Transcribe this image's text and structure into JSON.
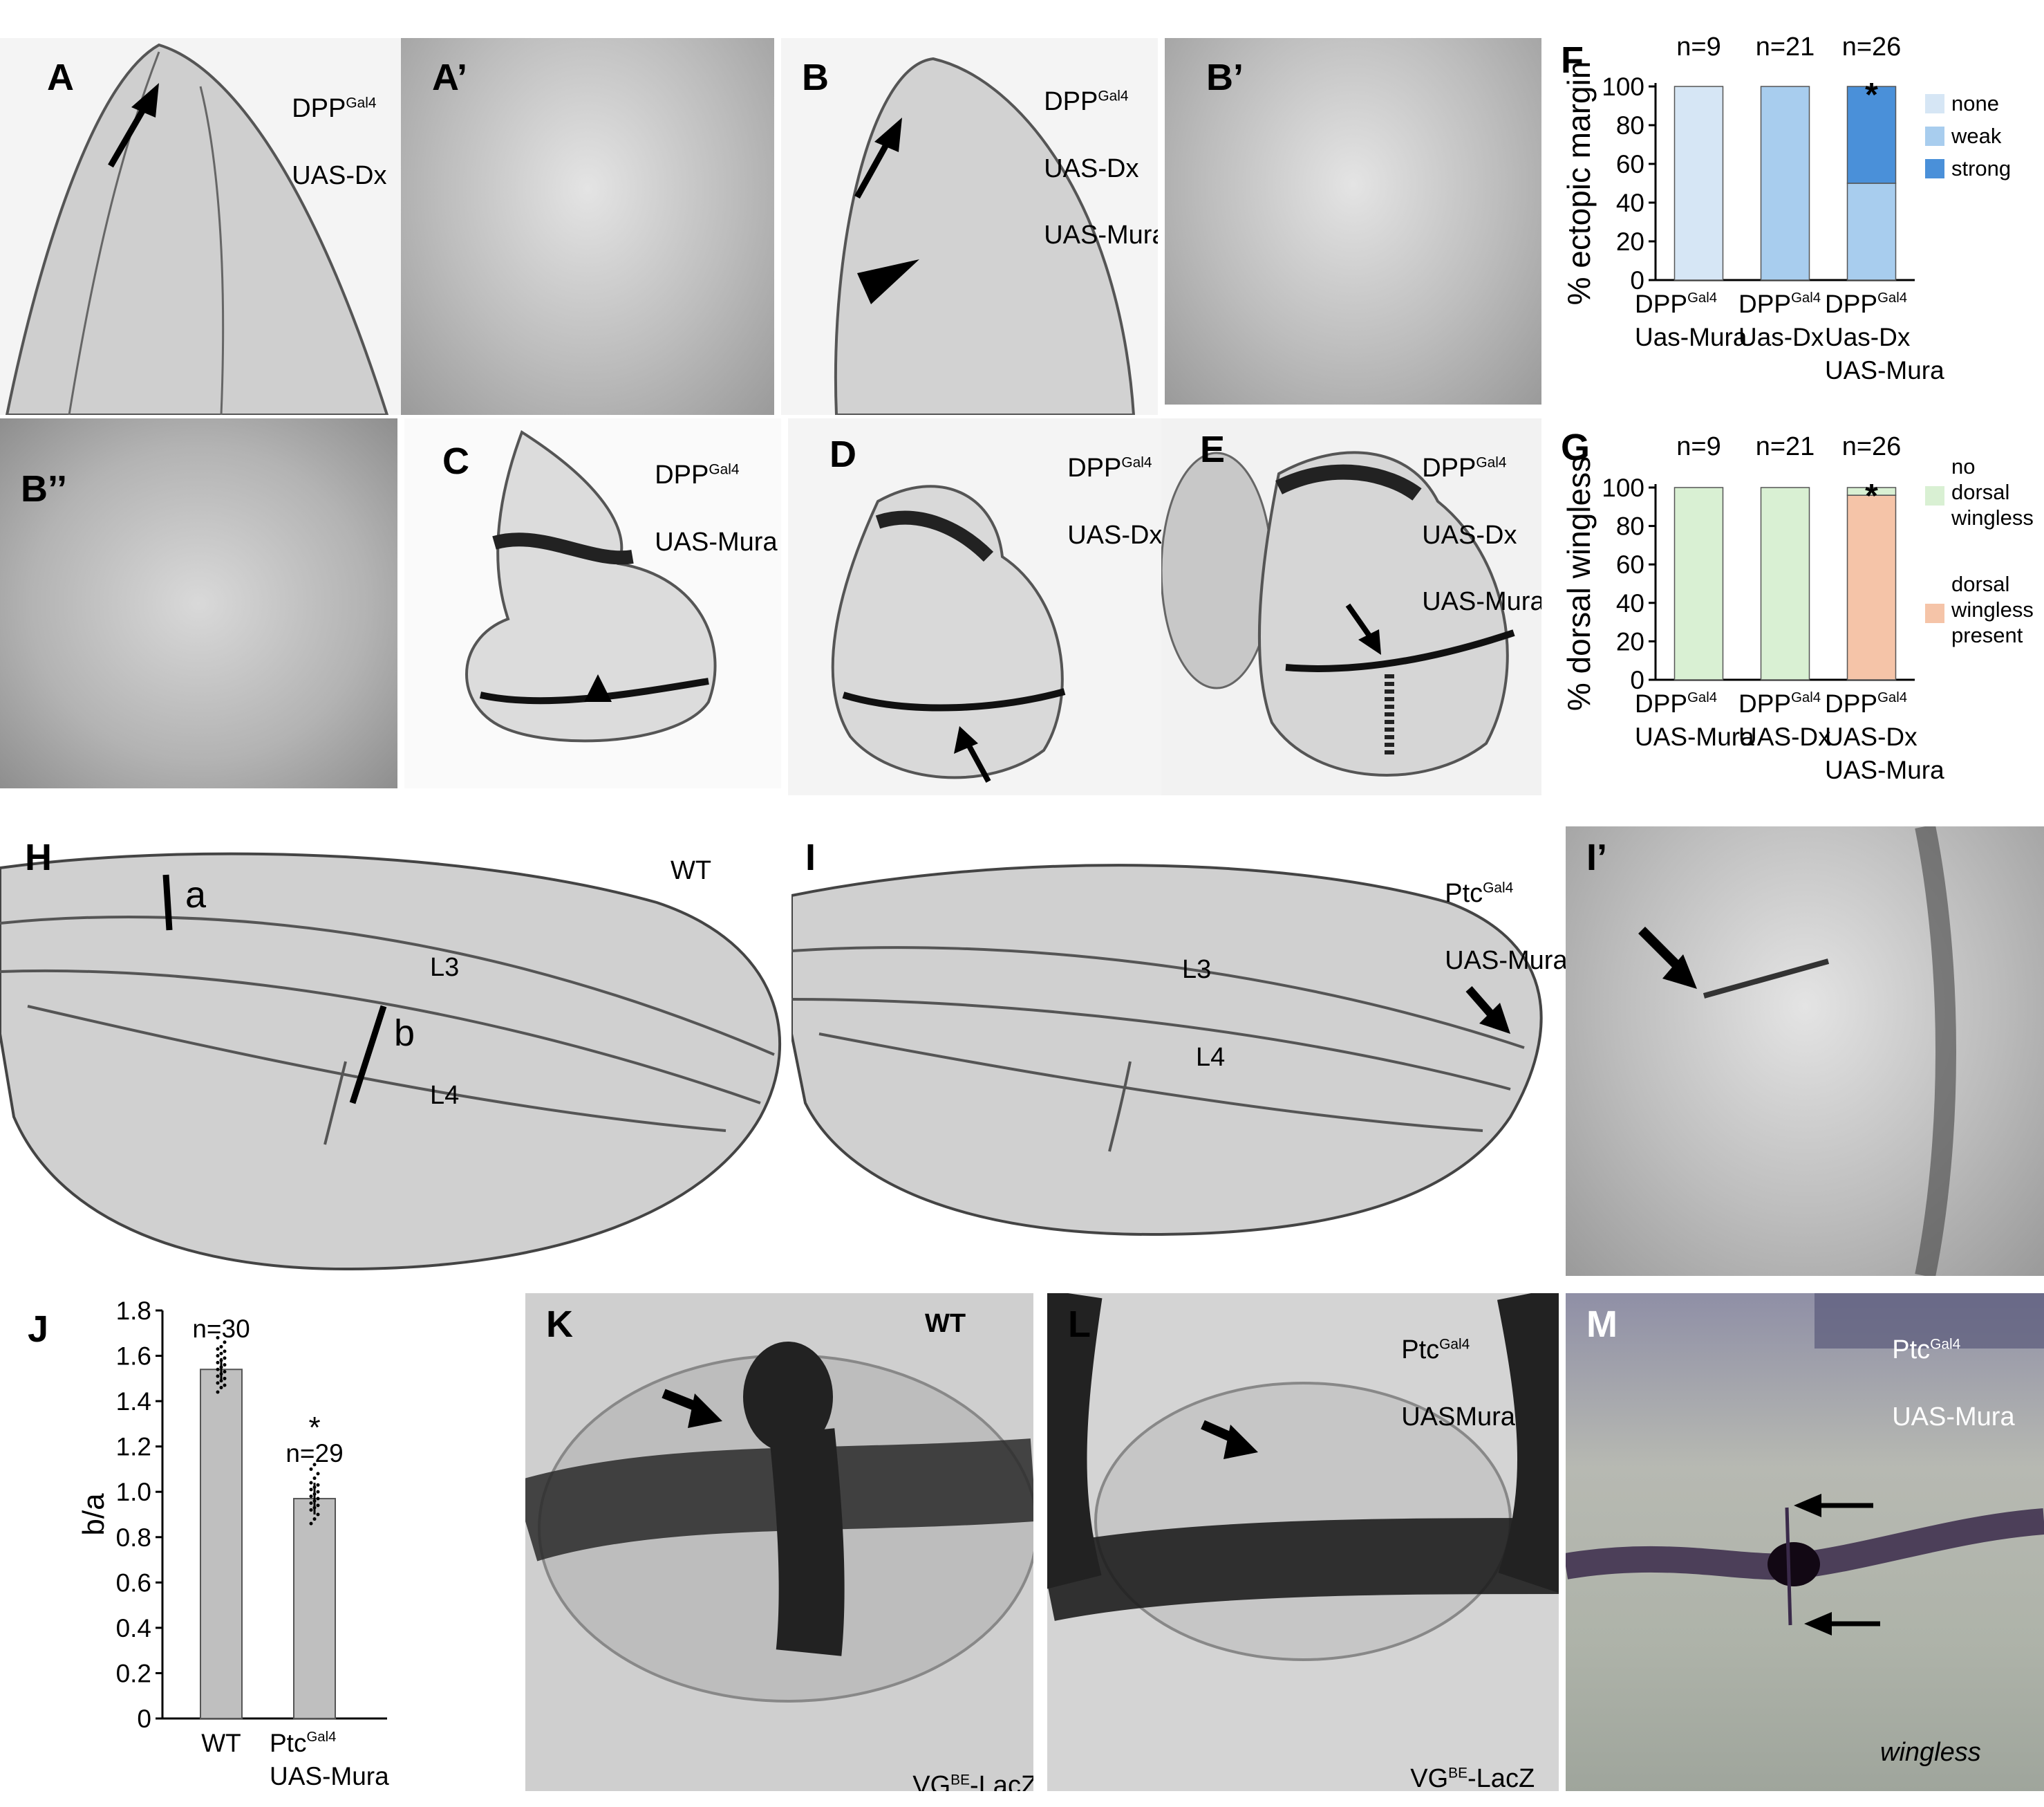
{
  "panels": {
    "A": {
      "letter": "A",
      "geno1": "DPP",
      "geno1_sup": "Gal4",
      "geno2": "UAS-Dx"
    },
    "A_prime": {
      "letter": "A’"
    },
    "B": {
      "letter": "B",
      "geno1": "DPP",
      "geno1_sup": "Gal4",
      "geno2": "UAS-Dx",
      "geno3": "UAS-Mura"
    },
    "B_prime": {
      "letter": "B’"
    },
    "B_dprime": {
      "letter": "B’’"
    },
    "C": {
      "letter": "C",
      "geno1": "DPP",
      "geno1_sup": "Gal4",
      "geno2": "UAS-Mura"
    },
    "D": {
      "letter": "D",
      "geno1": "DPP",
      "geno1_sup": "Gal4",
      "geno2": "UAS-Dx"
    },
    "E": {
      "letter": "E",
      "geno1": "DPP",
      "geno1_sup": "Gal4",
      "geno2": "UAS-Dx",
      "geno3": "UAS-Mura"
    },
    "F": {
      "letter": "F"
    },
    "G": {
      "letter": "G"
    },
    "H": {
      "letter": "H",
      "label": "WT",
      "a": "a",
      "b": "b",
      "L3": "L3",
      "L4": "L4"
    },
    "I": {
      "letter": "I",
      "geno1": "Ptc",
      "geno1_sup": "Gal4",
      "geno2": "UAS-Mura",
      "L3": "L3",
      "L4": "L4"
    },
    "I_prime": {
      "letter": "I’"
    },
    "J": {
      "letter": "J"
    },
    "K": {
      "letter": "K",
      "label": "WT",
      "reporter": "VG",
      "reporter_sup": "BE",
      "reporter_suffix": "-LacZ"
    },
    "L": {
      "letter": "L",
      "geno1": "Ptc",
      "geno1_sup": "Gal4",
      "geno2": "UASMura",
      "reporter": "VG",
      "reporter_sup": "BE",
      "reporter_suffix": "-LacZ"
    },
    "M": {
      "letter": "M",
      "geno1": "Ptc",
      "geno1_sup": "Gal4",
      "geno2": "UAS-Mura",
      "stain": "wingless"
    }
  },
  "chart_data": [
    {
      "id": "F",
      "type": "bar",
      "stacked": true,
      "ylabel": "% ectopic margin",
      "ylim": [
        0,
        100
      ],
      "yticks": [
        0,
        20,
        40,
        60,
        80,
        100
      ],
      "categories": [
        {
          "line1": "DPP",
          "sup": "Gal4",
          "line2": "Uas-Mura",
          "line3": ""
        },
        {
          "line1": "DPP",
          "sup": "Gal4",
          "line2": "Uas-Dx",
          "line3": ""
        },
        {
          "line1": "DPP",
          "sup": "Gal4",
          "line2": "Uas-Dx",
          "line3": "UAS-Mura"
        }
      ],
      "n_labels": [
        "n=9",
        "n=21",
        "n=26"
      ],
      "significance": [
        "",
        "",
        "*"
      ],
      "series": [
        {
          "name": "none",
          "color": "#d6e6f5",
          "values": [
            100,
            0,
            0
          ]
        },
        {
          "name": "weak",
          "color": "#a8cdee",
          "values": [
            0,
            100,
            50
          ]
        },
        {
          "name": "strong",
          "color": "#4a90d9",
          "values": [
            0,
            0,
            50
          ]
        }
      ],
      "legend_position": "right"
    },
    {
      "id": "G",
      "type": "bar",
      "stacked": true,
      "ylabel": "% dorsal  wingless",
      "ylim": [
        0,
        100
      ],
      "yticks": [
        0,
        20,
        40,
        60,
        80,
        100
      ],
      "categories": [
        {
          "line1": "DPP",
          "sup": "Gal4",
          "line2": "UAS-Mura",
          "line3": ""
        },
        {
          "line1": "DPP",
          "sup": "Gal4",
          "line2": "UAS-Dx",
          "line3": ""
        },
        {
          "line1": "DPP",
          "sup": "Gal4",
          "line2": "UAS-Dx",
          "line3": "UAS-Mura"
        }
      ],
      "n_labels": [
        "n=9",
        "n=21",
        "n=26"
      ],
      "significance": [
        "",
        "",
        "*"
      ],
      "series": [
        {
          "name": "dorsal wingless present",
          "legend_lines": [
            "dorsal",
            "wingless",
            "present"
          ],
          "color": "#f5c4a8",
          "values": [
            0,
            0,
            96
          ]
        },
        {
          "name": "no dorsal wingless",
          "legend_lines": [
            "no",
            "dorsal",
            "wingless"
          ],
          "color": "#d9f0d3",
          "values": [
            100,
            100,
            4
          ]
        }
      ],
      "legend_position": "right"
    },
    {
      "id": "J",
      "type": "bar",
      "ylabel": "b/a",
      "ylim": [
        0,
        1.8
      ],
      "yticks": [
        "0",
        "0.2",
        "0.4",
        "0.6",
        "0.8",
        "1.0",
        "1.2",
        "1.4",
        "1.6",
        "1.8"
      ],
      "categories": [
        {
          "line1": "WT",
          "sup": "",
          "line2": ""
        },
        {
          "line1": "Ptc",
          "sup": "Gal4",
          "line2": "UAS-Mura"
        }
      ],
      "values": [
        1.54,
        0.97
      ],
      "errors": [
        0.05,
        0.07
      ],
      "n_labels": [
        "n=30",
        "n=29"
      ],
      "significance": [
        "",
        "*"
      ],
      "points": [
        [
          1.44,
          1.46,
          1.47,
          1.48,
          1.49,
          1.5,
          1.51,
          1.52,
          1.53,
          1.54,
          1.55,
          1.56,
          1.57,
          1.58,
          1.59,
          1.6,
          1.61,
          1.62,
          1.63,
          1.64,
          1.66,
          1.68
        ],
        [
          0.86,
          0.88,
          0.9,
          0.92,
          0.93,
          0.94,
          0.95,
          0.96,
          0.97,
          0.98,
          0.99,
          1.0,
          1.01,
          1.02,
          1.03,
          1.04,
          1.06,
          1.08,
          1.1,
          1.12
        ]
      ],
      "bar_color": "#bfbfbf"
    }
  ]
}
